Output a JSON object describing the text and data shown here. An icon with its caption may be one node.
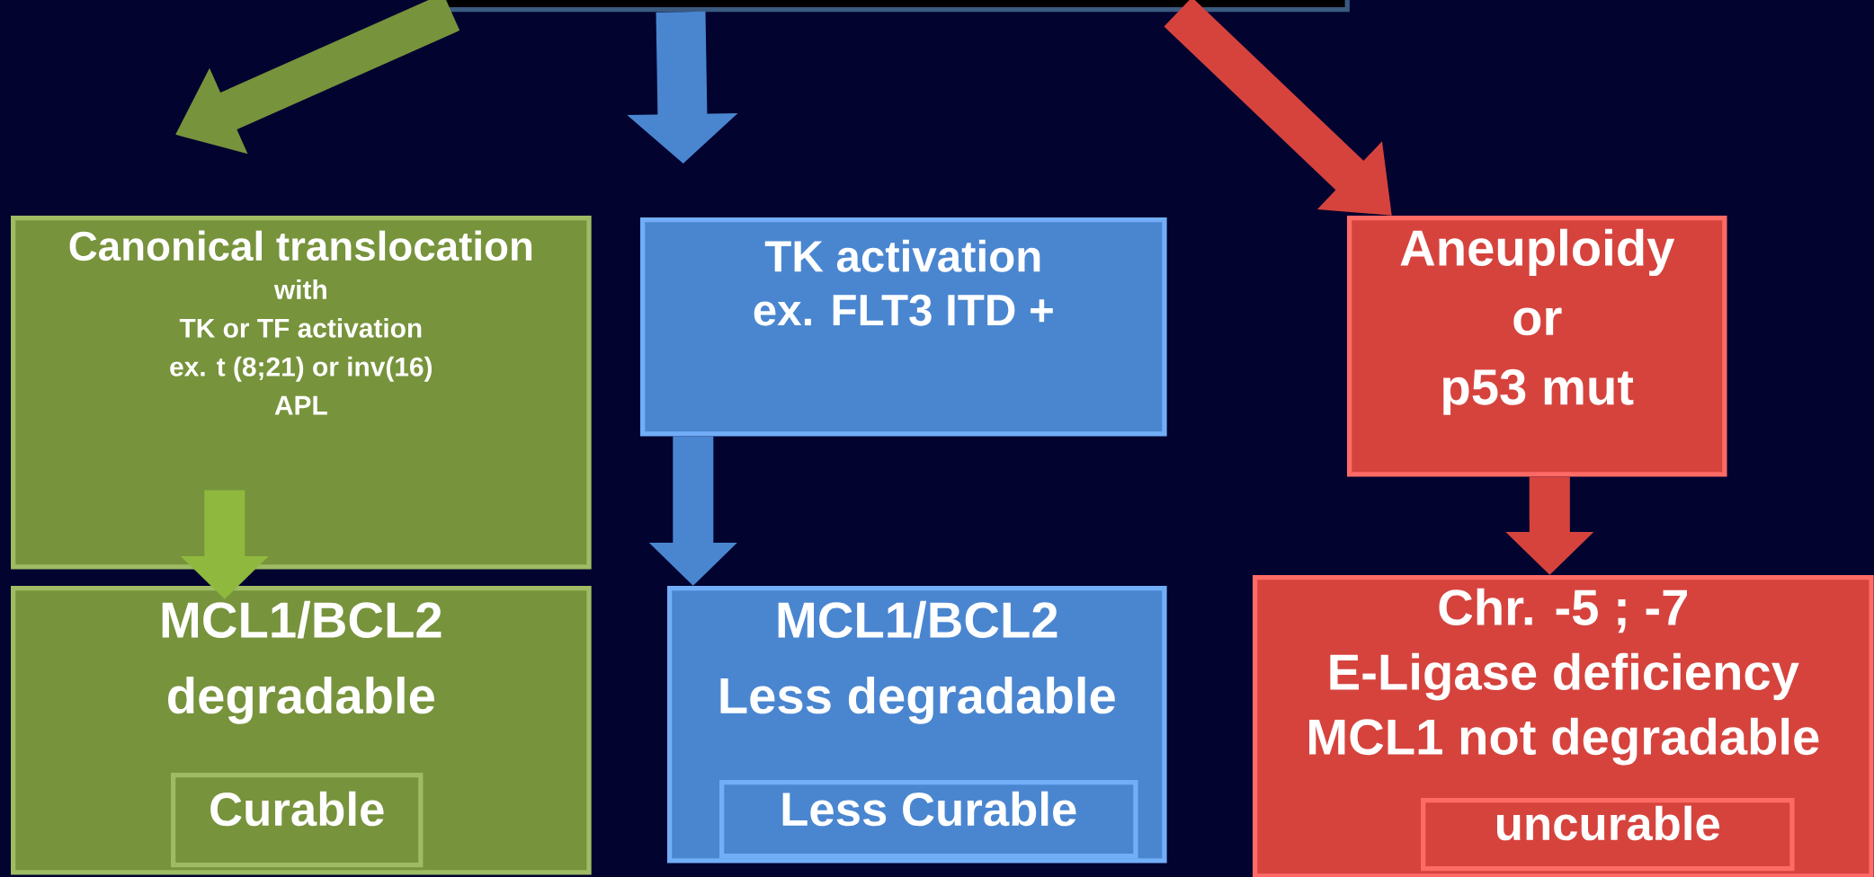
{
  "diagram": {
    "nodes": [
      {
        "text": [],
        "shape": "box"
      },
      {
        "text": [
          "Canonical translocation",
          "with",
          "TK or TF activation",
          "ex. t (8;21) or inv(16)",
          "APL"
        ]
      },
      {
        "text": [
          "TK activation",
          "ex. FLT3 ITD +"
        ]
      },
      {
        "text": [
          "Aneuploidy",
          "or",
          "p53 mut"
        ]
      },
      {
        "text": [
          "MCL1/BCL2",
          "degradable"
        ]
      },
      {
        "text": [
          "MCL1/BCL2",
          "Less degradable"
        ]
      },
      {
        "text": [
          "Chr. -5 ; -7",
          "E-Ligase deficiency",
          "MCL1 not degradable"
        ]
      },
      {
        "text": [
          "Curable"
        ],
        "in": 4
      },
      {
        "text": [
          "Less Curable"
        ],
        "in": 5
      },
      {
        "text": [
          "uncurable"
        ],
        "in": 6
      }
    ],
    "edges": [
      {
        "from": 0,
        "to": 1,
        "arrow": "to",
        "color": "#77933c"
      },
      {
        "from": 0,
        "to": 2,
        "arrow": "to",
        "color": "#4a86d0"
      },
      {
        "from": 0,
        "to": 3,
        "arrow": "to",
        "color": "#d6433d"
      },
      {
        "from": 1,
        "to": 4,
        "arrow": "to",
        "color": "#8fb83e"
      },
      {
        "from": 2,
        "to": 5,
        "arrow": "to",
        "color": "#4a86d0"
      },
      {
        "from": 3,
        "to": 6,
        "arrow": "to",
        "color": "#d6433d"
      }
    ]
  }
}
